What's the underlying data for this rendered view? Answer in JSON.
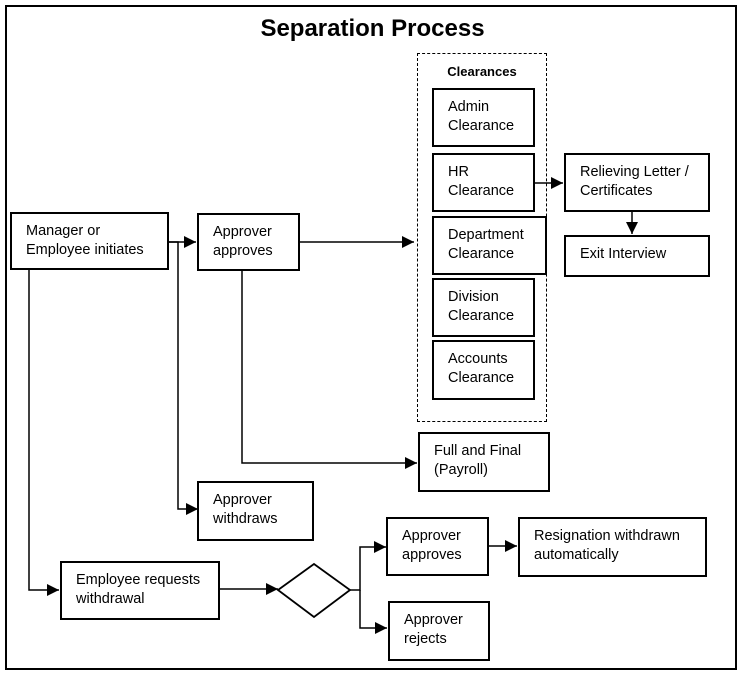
{
  "title": "Separation Process",
  "nodes": {
    "initiate": {
      "line1": "Manager or",
      "line2": "Employee initiates"
    },
    "approver_approves": {
      "line1": "Approver",
      "line2": "approves"
    },
    "clearances_title": "Clearances",
    "admin_clearance": {
      "line1": "Admin",
      "line2": "Clearance"
    },
    "hr_clearance": {
      "line1": "HR",
      "line2": "Clearance"
    },
    "department_clearance": {
      "line1": "Department",
      "line2": "Clearance"
    },
    "division_clearance": {
      "line1": "Division",
      "line2": "Clearance"
    },
    "accounts_clearance": {
      "line1": "Accounts",
      "line2": "Clearance"
    },
    "relieving_letter": {
      "line1": "Relieving Letter /",
      "line2": "Certificates"
    },
    "exit_interview": {
      "line1": "Exit Interview"
    },
    "full_and_final": {
      "line1": "Full and Final",
      "line2": "(Payroll)"
    },
    "approver_withdraws": {
      "line1": "Approver",
      "line2": "withdraws"
    },
    "employee_requests_withdrawal": {
      "line1": "Employee requests",
      "line2": "withdrawal"
    },
    "withdrawal_approver_approves": {
      "line1": "Approver",
      "line2": "approves"
    },
    "resignation_withdrawn": {
      "line1": "Resignation withdrawn",
      "line2": "automatically"
    },
    "approver_rejects": {
      "line1": "Approver",
      "line2": "rejects"
    }
  }
}
